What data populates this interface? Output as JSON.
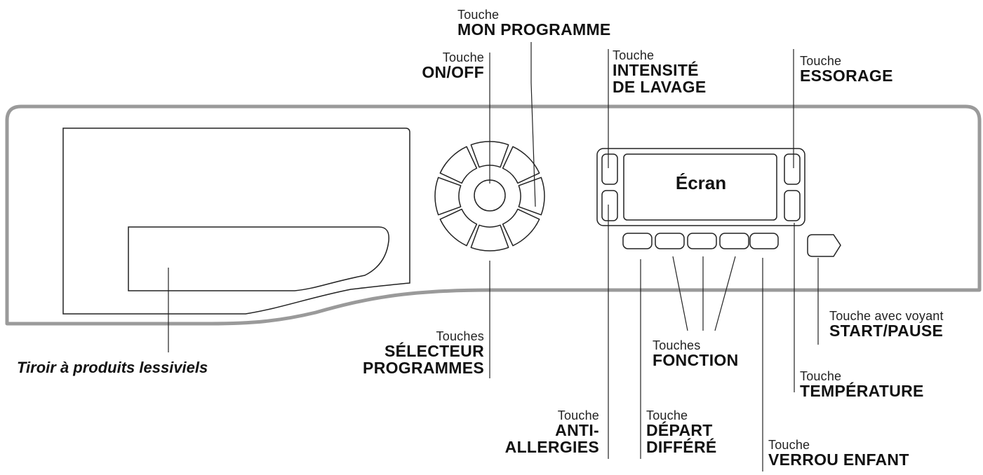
{
  "colors": {
    "panel_outline": "#9a9a9a",
    "line": "#222222",
    "text": "#111111"
  },
  "screen": {
    "label": "Écran"
  },
  "labels": {
    "mon_programme": {
      "small": "Touche",
      "bold": "MON PROGRAMME"
    },
    "on_off": {
      "small": "Touche",
      "bold": "ON/OFF"
    },
    "intensite": {
      "small": "Touche",
      "bold1": "INTENSITÉ",
      "bold2": "DE LAVAGE"
    },
    "essorage": {
      "small": "Touche",
      "bold": "ESSORAGE"
    },
    "start_pause": {
      "small": "Touche avec voyant",
      "bold": "START/PAUSE"
    },
    "temperature": {
      "small": "Touche",
      "bold": "TEMPÉRATURE"
    },
    "selecteur": {
      "small": "Touches",
      "bold1": "SÉLECTEUR",
      "bold2": "PROGRAMMES"
    },
    "fonction": {
      "small": "Touches",
      "bold": "FONCTION"
    },
    "tiroir": {
      "text": "Tiroir à produits lessiviels"
    },
    "anti_allergies": {
      "small": "Touche",
      "bold1": "ANTI-",
      "bold2": "ALLERGIES"
    },
    "depart_differe": {
      "small": "Touche",
      "bold1": "DÉPART",
      "bold2": "DIFFÉRÉ"
    },
    "verrou_enfant": {
      "small": "Touche",
      "bold": "VERROU ENFANT"
    }
  }
}
